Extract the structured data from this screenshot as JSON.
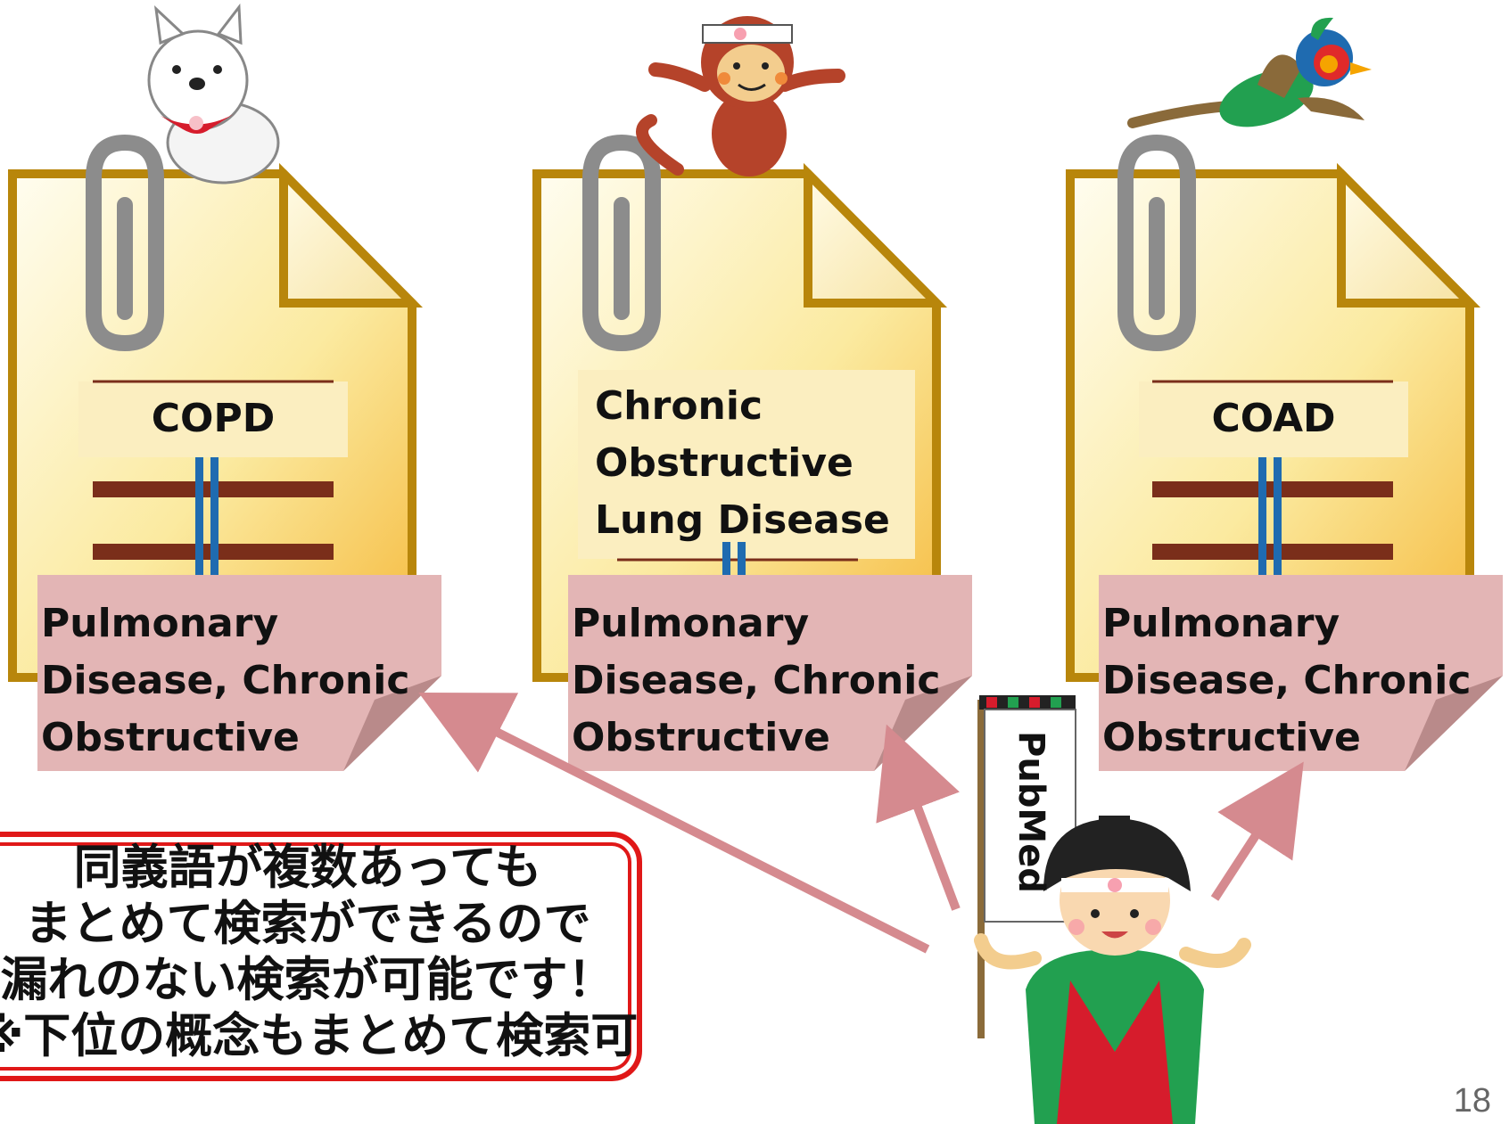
{
  "cards": [
    {
      "label": "COPD",
      "mesh": "Pulmonary\nDisease, Chronic\nObstructive",
      "animal": "dog"
    },
    {
      "label": "Chronic\nObstructive\nLung Disease",
      "mesh": "Pulmonary\nDisease, Chronic\nObstructive",
      "animal": "monkey"
    },
    {
      "label": "COAD",
      "mesh": "Pulmonary\nDisease, Chronic\nObstructive",
      "animal": "pheasant"
    }
  ],
  "flag": {
    "text": "PubMed"
  },
  "note": {
    "text": "同義語が複数あっても\nまとめて検索ができるので\n漏れのない検索が可能です！\n※下位の概念もまとめて検索可"
  },
  "page_number": "18",
  "colors": {
    "note_border": "#e01818",
    "doc_fill": "#fbe590",
    "doc_edge": "#b8860b",
    "sticky": "#e3b5b5",
    "arrow": "#d58a8f",
    "equal_bar": "#1f6bb0"
  }
}
